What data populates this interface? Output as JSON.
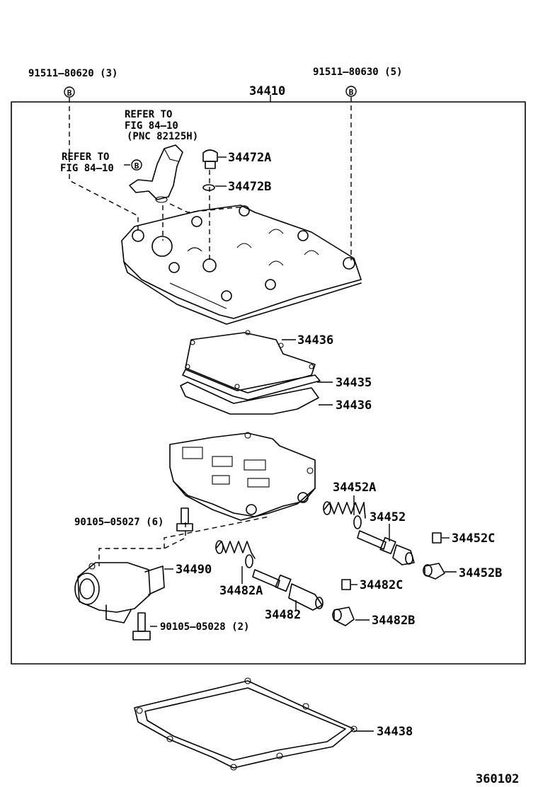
{
  "labels": {
    "bolt_left": "91511–80620 (3)",
    "bolt_right": "91511–80630 (5)",
    "valve_body_assy": "34410",
    "refer_top_1": "REFER TO",
    "refer_top_2": "FIG 84–10",
    "refer_top_3": "(PNC 82125H)",
    "refer_left_1": "REFER TO",
    "refer_left_2": "FIG 84–10",
    "plug_34472a": "34472A",
    "oring_34472b": "34472B",
    "plate_gasket_upper": "34436",
    "separator_plate": "34435",
    "plate_gasket_lower": "34436",
    "spring_34452a": "34452A",
    "valve_34452": "34452",
    "retainer_34452c": "34452C",
    "plug_34452b": "34452B",
    "bolt_90105_05027": "90105–05027 (6)",
    "solenoid_34490": "34490",
    "spring_34482a": "34482A",
    "retainer_34482c": "34482C",
    "valve_34482": "34482",
    "plug_34482b": "34482B",
    "bolt_90105_05028": "90105–05028 (2)",
    "oil_pan_gasket": "34438",
    "figure_number": "360102"
  },
  "markers": {
    "bolt_code": "B"
  },
  "colors": {
    "ink": "#000000",
    "paper": "#ffffff"
  }
}
